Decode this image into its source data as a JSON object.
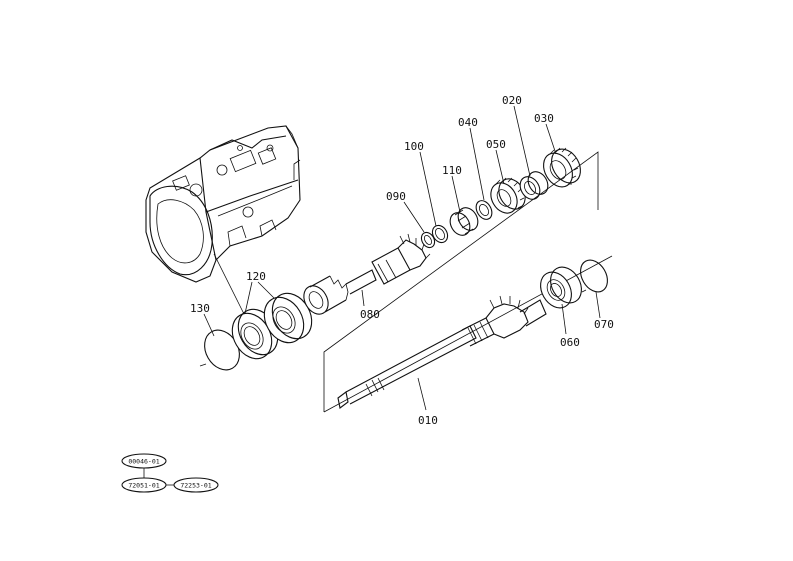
{
  "part_labels": {
    "p010": "010",
    "p020": "020",
    "p030": "030",
    "p040": "040",
    "p050": "050",
    "p060": "060",
    "p070": "070",
    "p080": "080",
    "p090": "090",
    "p100": "100",
    "p110": "110",
    "p120": "120",
    "p130": "130"
  },
  "reference_codes": {
    "top": "00046-01",
    "bottom_left": "72051-01",
    "bottom_right": "72253-01"
  }
}
